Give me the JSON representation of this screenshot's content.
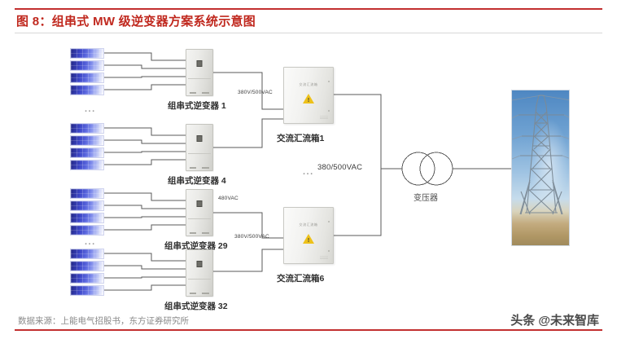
{
  "figure": {
    "title": "图 8：组串式 MW 级逆变器方案系统示意图",
    "source": "数据来源：上能电气招股书，东方证券研究所",
    "watermark": "头条 @未来智库",
    "accent_color": "#c0281e"
  },
  "diagram": {
    "inverters": [
      {
        "label": "组串式逆变器 1"
      },
      {
        "label": "组串式逆变器 4"
      },
      {
        "label": "组串式逆变器 29"
      },
      {
        "label": "组串式逆变器 32"
      }
    ],
    "combiners": [
      {
        "label": "交流汇流箱1",
        "cabinet_text": "交流汇流箱"
      },
      {
        "label": "交流汇流箱6",
        "cabinet_text": "交流汇流箱"
      }
    ],
    "transformer": {
      "label": "变压器"
    },
    "voltage_labels": [
      {
        "text": "380V/500VAC"
      },
      {
        "text": "480VAC"
      },
      {
        "text": "380V/500VAC"
      },
      {
        "text": "380/500VAC"
      }
    ],
    "ellipsis": {
      "text": "..."
    },
    "warning_glyph": "!"
  }
}
